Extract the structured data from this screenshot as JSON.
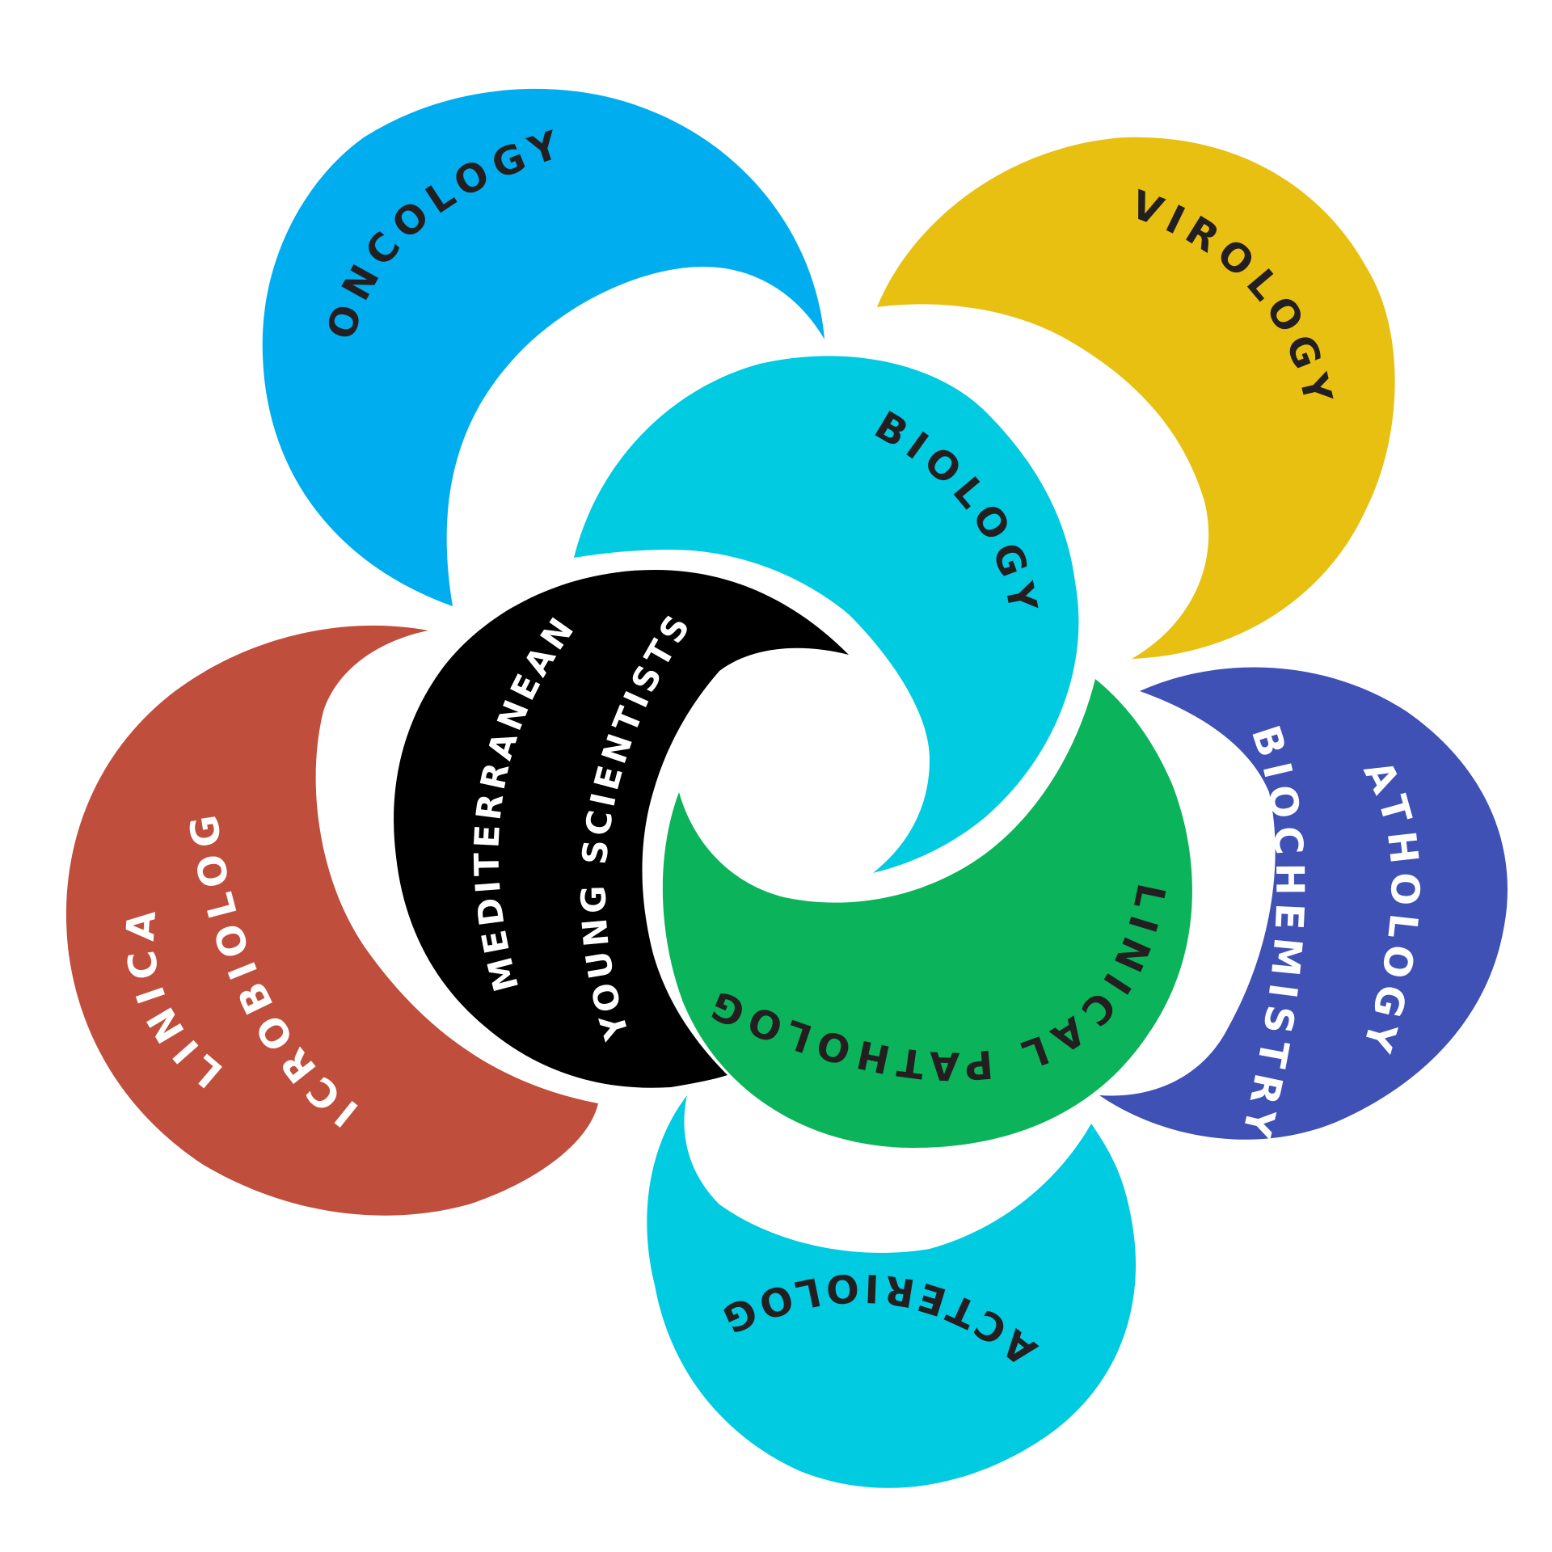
{
  "diagram": {
    "type": "petal-diagram",
    "center": {
      "line1": "MEDITERRANEAN",
      "line2": "YOUNG SCIENTISTS",
      "color": "#000000",
      "text_color": "#ffffff"
    },
    "petals": [
      {
        "id": "oncology",
        "label": "ONCOLOGY",
        "color": "#00AEEF",
        "text_color": "#231F20"
      },
      {
        "id": "virology",
        "label": "VIROLOGY",
        "color": "#E8C012",
        "text_color": "#231F20"
      },
      {
        "id": "biology",
        "label": "BIOLOGY",
        "color": "#00CBE0",
        "text_color": "#231F20"
      },
      {
        "id": "pathology-biochemistry",
        "label_line1": "PATHOLOGY &",
        "label_line2": "BIOCHEMISTRY",
        "color": "#3F51B5",
        "text_color": "#ffffff"
      },
      {
        "id": "clinical-pathology",
        "label": "CLINICAL PATHOLOGY",
        "color": "#0BB35A",
        "text_color": "#231F20"
      },
      {
        "id": "bacteriology",
        "label": "BACTERIOLOGY",
        "color": "#00CBE0",
        "text_color": "#231F20"
      },
      {
        "id": "clinical-microbiology",
        "label_line1": "CLINICAL",
        "label_line2": "MICROBIOLOGY",
        "color": "#C04E3D",
        "text_color": "#ffffff"
      }
    ]
  }
}
